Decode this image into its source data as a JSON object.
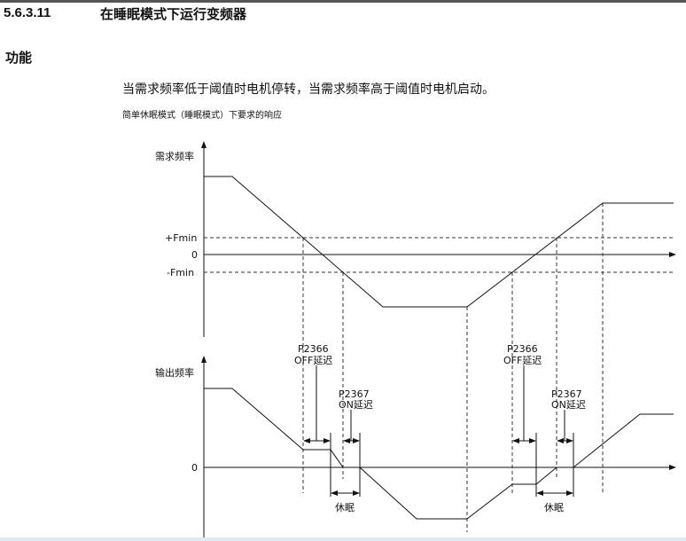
{
  "section": {
    "number": "5.6.3.11",
    "title": "在睡眠模式下运行变频器"
  },
  "heading": "功能",
  "description": "当需求频率低于阈值时电机停转，当需求频率高于阈值时电机启动。",
  "caption": "简单休眠模式（睡眠模式）下要求的响应",
  "diagram": {
    "top": {
      "ylabel": "需求频率",
      "levels": [
        "+Fmin",
        "0",
        "-Fmin"
      ]
    },
    "bottom": {
      "ylabel": "输出频率",
      "zero": "0"
    },
    "off_delay": {
      "param": "P2366",
      "label": "OFF延迟"
    },
    "on_delay": {
      "param": "P2367",
      "label": "ON延迟"
    },
    "sleep": "休眠"
  }
}
